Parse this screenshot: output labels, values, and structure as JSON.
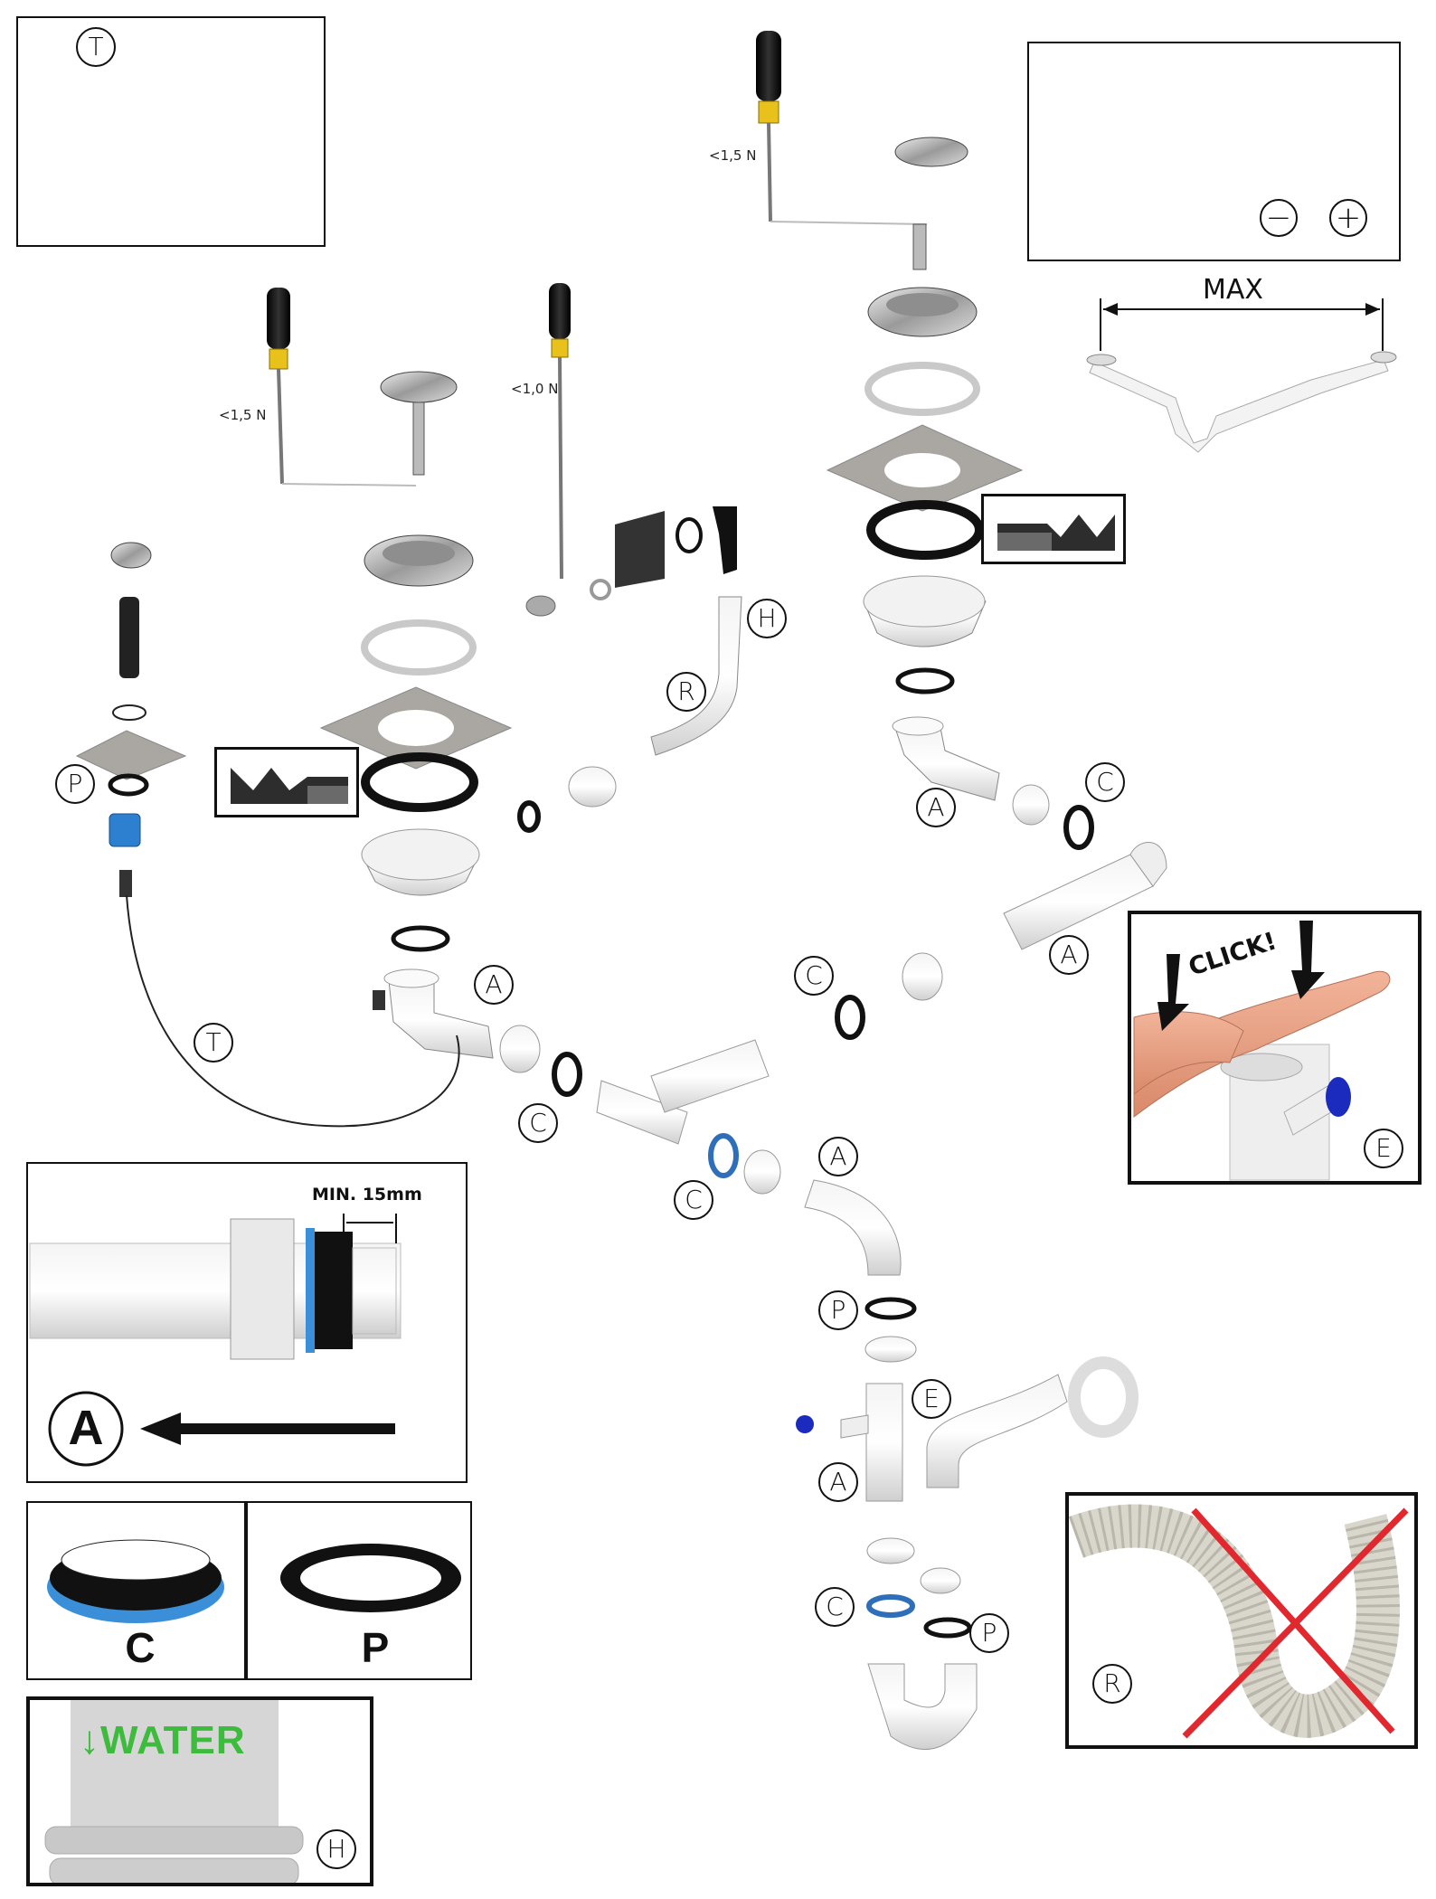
{
  "labels": {
    "T": "T",
    "P": "P",
    "A": "A",
    "C": "C",
    "E": "E",
    "H": "H",
    "R": "R"
  },
  "forces": {
    "strainer_left": "<1,5 N",
    "strainer_mid": "<1,0 N",
    "strainer_right": "<1,5 N"
  },
  "no_drill_panel": {
    "minus_symbol": "−",
    "plus_symbol": "+"
  },
  "max_panel": {
    "label": "MAX"
  },
  "click_panel": {
    "text": "CLICK!"
  },
  "detail_A": {
    "dimension": "MIN. 15mm",
    "letter": "A"
  },
  "legend": {
    "C": "C",
    "P": "P"
  },
  "water_panel": {
    "text": "WATER"
  },
  "icons": [
    "no-drill-icon",
    "screwdriver-flat-icon",
    "screwdriver-phillips-icon",
    "cross-out-icon",
    "arrow-icon"
  ],
  "colors": {
    "seal_blue": "#3a8fd8",
    "water_green": "#3dbb3d",
    "cross_red": "#e0282e",
    "outline": "#111111"
  }
}
